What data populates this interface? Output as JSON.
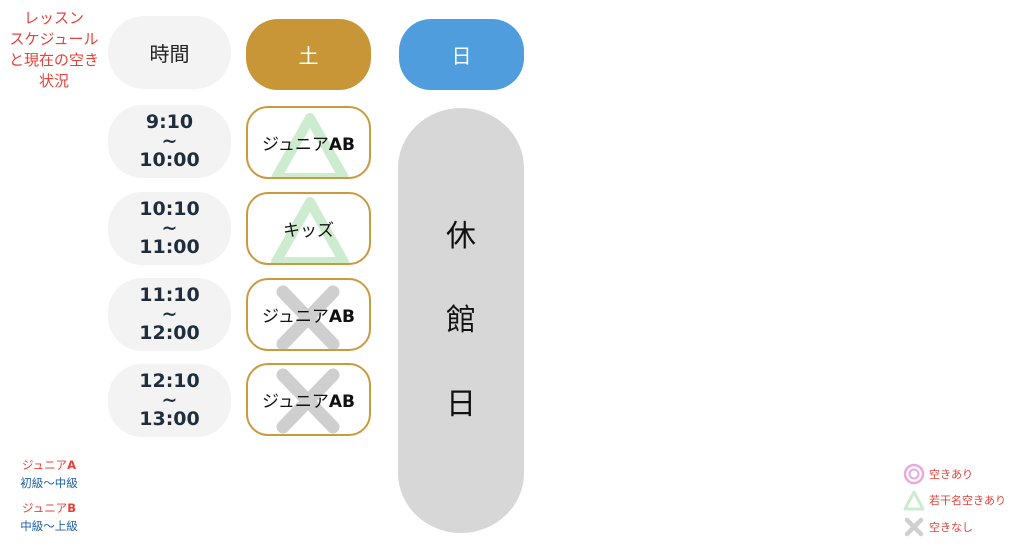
{
  "title": {
    "line1": "レッスン",
    "line2": "スケジュール",
    "line3": "と現在の空き",
    "line4": "状況"
  },
  "headers": {
    "time": "時間",
    "saturday": "土",
    "sunday": "日"
  },
  "times": [
    {
      "start": "9:10",
      "sep": "~",
      "end": "10:00"
    },
    {
      "start": "10:10",
      "sep": "~",
      "end": "11:00"
    },
    {
      "start": "11:10",
      "sep": "~",
      "end": "12:00"
    },
    {
      "start": "12:10",
      "sep": "~",
      "end": "13:00"
    }
  ],
  "saturday_slots": [
    {
      "name": "ジュニア",
      "suffix": "AB",
      "status": "triangle"
    },
    {
      "name": "キッズ",
      "suffix": "",
      "status": "triangle"
    },
    {
      "name": "ジュニア",
      "suffix": "AB",
      "status": "cross"
    },
    {
      "name": "ジュニア",
      "suffix": "AB",
      "status": "cross"
    }
  ],
  "sunday_closed": {
    "c1": "休",
    "c2": "館",
    "c3": "日"
  },
  "legend_levels": {
    "a_name": "ジュニア",
    "a_letter": "A",
    "a_desc": "初級〜中級",
    "b_name": "ジュニア",
    "b_letter": "B",
    "b_desc": "中級〜上級"
  },
  "legend_status": {
    "circle": "空きあり",
    "triangle": "若干名空きあり",
    "cross": "空きなし"
  },
  "colors": {
    "saturday": "#c89637",
    "sunday": "#4f9ddc",
    "triangle": "#cdeccf",
    "cross": "#cfcfcf",
    "circle": "#e8a9de",
    "accent_red": "#e8413a",
    "accent_blue": "#1f5fae"
  }
}
